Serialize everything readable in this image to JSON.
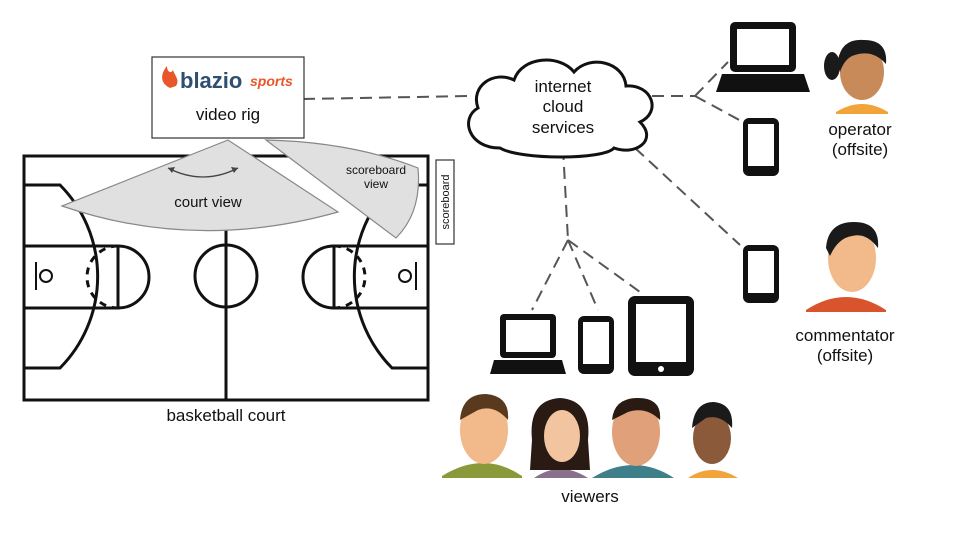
{
  "brand": {
    "name": "blazio",
    "suffix": "sports",
    "name_color": "#2f4f6f",
    "accent": "#e8562a"
  },
  "video_rig": {
    "label": "video rig"
  },
  "court": {
    "label": "basketball court"
  },
  "views": {
    "court_view": "court view",
    "scoreboard_view_line1": "scoreboard",
    "scoreboard_view_line2": "view"
  },
  "scoreboard": {
    "label": "scoreboard"
  },
  "cloud": {
    "line1": "internet",
    "line2": "cloud",
    "line3": "services"
  },
  "operator": {
    "line1": "operator",
    "line2": "(offsite)",
    "devices": [
      "laptop-icon",
      "phone-icon"
    ]
  },
  "commentator": {
    "line1": "commentator",
    "line2": "(offsite)",
    "devices": [
      "phone-icon"
    ]
  },
  "viewers": {
    "label": "viewers",
    "devices": [
      "laptop-icon",
      "phone-icon",
      "tablet-icon"
    ],
    "people": 4
  },
  "colors": {
    "line": "#555555",
    "device": "#111111",
    "cone_fill": "#e0e0e0",
    "skin": "#f2b98a",
    "green_shirt": "#8a9a3a",
    "purple_shirt": "#8a6f8e",
    "teal_shirt": "#3f7f8a",
    "orange_shirt": "#f2a33a",
    "red_shirt": "#d9532c"
  }
}
